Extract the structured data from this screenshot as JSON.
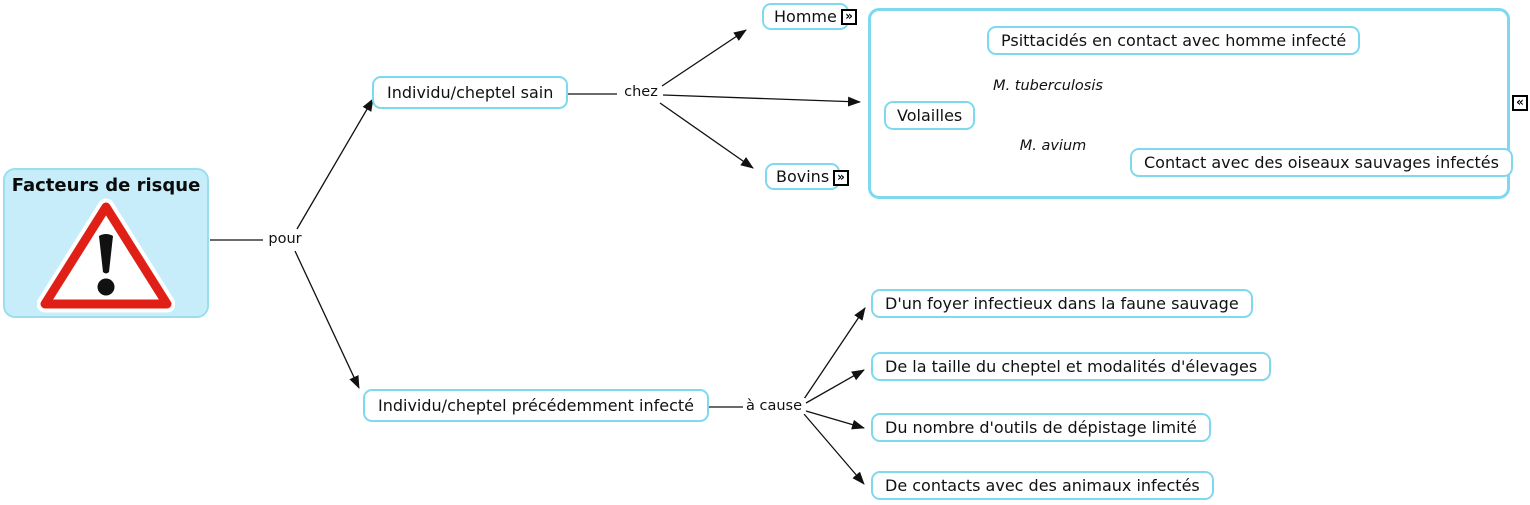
{
  "root": {
    "label": "Facteurs de risque"
  },
  "nodes": {
    "sain": "Individu/cheptel sain",
    "homme": "Homme",
    "bovins": "Bovins",
    "volailles": "Volailles",
    "psittacides": "Psittacidés en contact avec homme infecté",
    "contact_oiseaux": "Contact avec des oiseaux sauvages infectés",
    "precedemment": "Individu/cheptel précédemment infecté",
    "foyer": "D'un foyer infectieux dans la faune sauvage",
    "taille": "De la taille du cheptel et modalités d'élevages",
    "outils": "Du nombre d'outils de dépistage limité",
    "contacts_animaux": "De contacts avec des animaux infectés"
  },
  "links": {
    "pour": "pour",
    "chez": "chez",
    "a_cause": "à cause",
    "m_tuberculosis": "M. tuberculosis",
    "m_avium": "M. avium"
  },
  "icons": {
    "expand_right": "»",
    "collapse_left": "«",
    "warning": "warning-triangle-icon"
  },
  "colors": {
    "node_border": "#7fd9ee",
    "root_fill": "#c6edf9",
    "root_border": "#9adef0",
    "line": "#111111",
    "warning_red": "#e02016",
    "text": "#111111"
  }
}
